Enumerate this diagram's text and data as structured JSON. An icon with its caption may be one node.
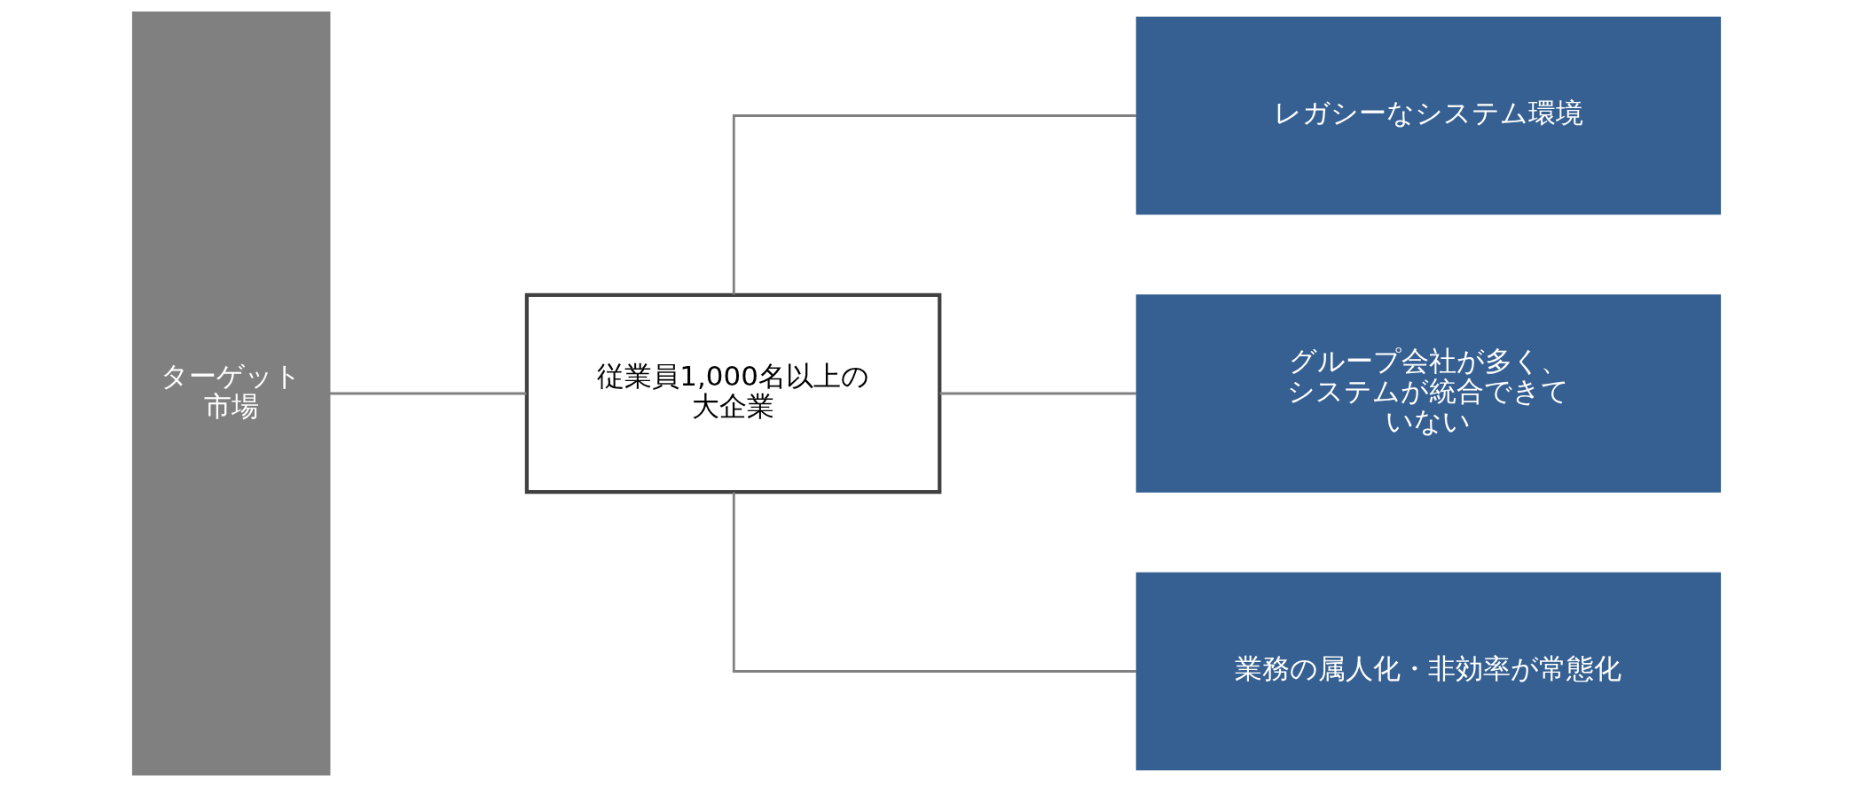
{
  "diagram": {
    "nodes": [
      {
        "text": [
          "ターゲット市場"
        ]
      },
      {
        "text": [
          "従業員1,000名以上の大企業"
        ]
      },
      {
        "text": [
          "レガシーなシステム環境"
        ]
      },
      {
        "text": [
          "グループ会社が多く、システムが統合できていない"
        ]
      },
      {
        "text": [
          "業務の属人化・非効率が常態化"
        ]
      }
    ],
    "edges": [
      {
        "from": 0,
        "to": 1,
        "arrow": "none"
      },
      {
        "from": 1,
        "to": 2,
        "arrow": "none"
      },
      {
        "from": 1,
        "to": 3,
        "arrow": "none"
      },
      {
        "from": 1,
        "to": 4,
        "arrow": "none"
      }
    ]
  }
}
